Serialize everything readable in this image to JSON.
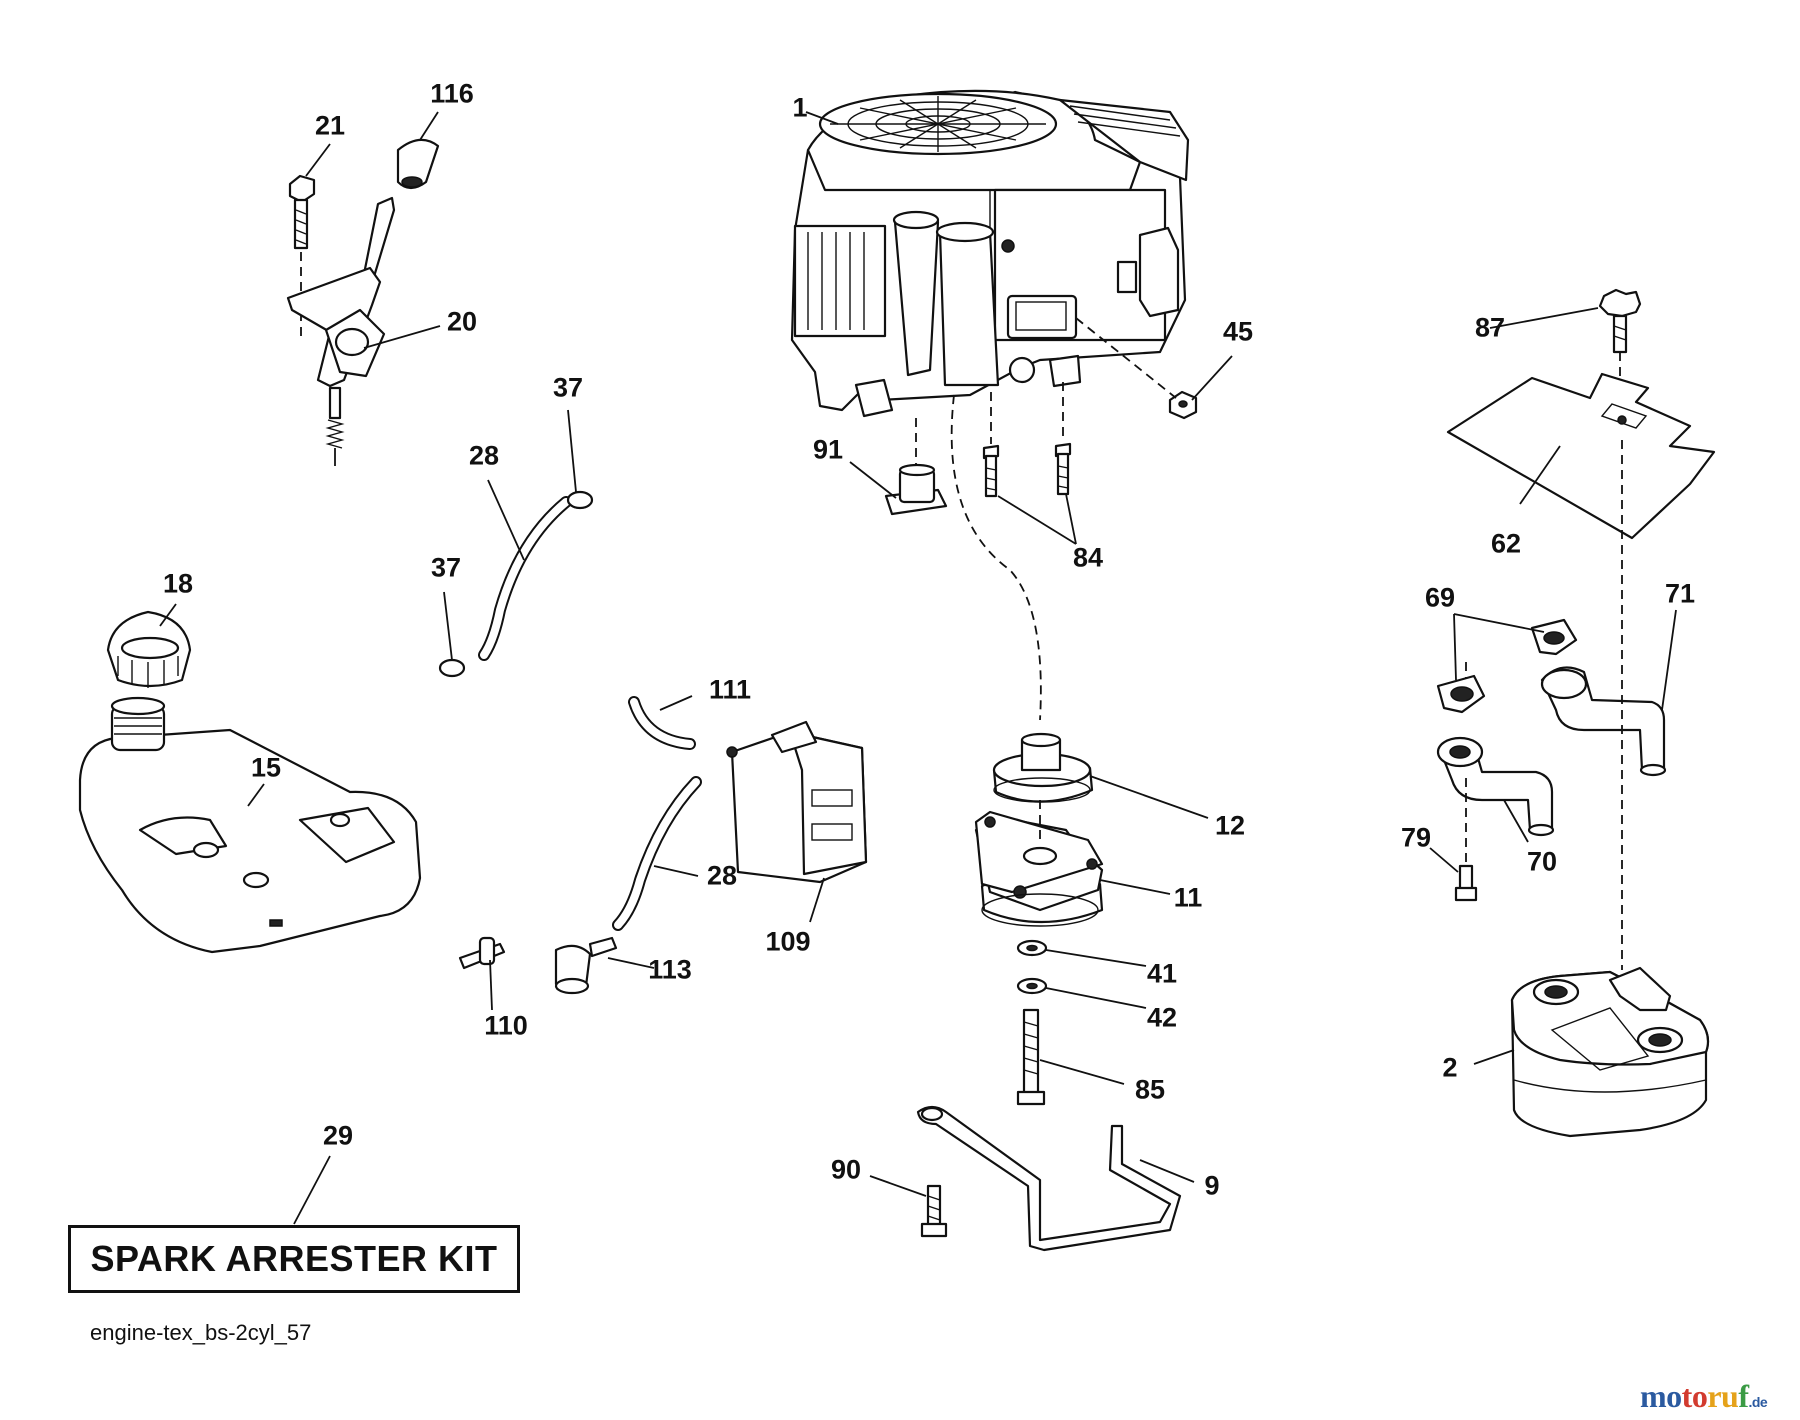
{
  "diagram": {
    "callouts": {
      "c1": "1",
      "c116": "116",
      "c21": "21",
      "c20": "20",
      "c37a": "37",
      "c28a": "28",
      "c37b": "37",
      "c18": "18",
      "c15": "15",
      "c111": "111",
      "c28b": "28",
      "c109": "109",
      "c110": "110",
      "c113": "113",
      "c91": "91",
      "c84": "84",
      "c45": "45",
      "c12": "12",
      "c11": "11",
      "c41": "41",
      "c42": "42",
      "c85": "85",
      "c90": "90",
      "c9": "9",
      "c87": "87",
      "c62": "62",
      "c69": "69",
      "c71": "71",
      "c70": "70",
      "c79": "79",
      "c2": "2",
      "c29": "29"
    },
    "kit_label": "SPARK ARRESTER KIT",
    "diagram_code": "engine-tex_bs-2cyl_57"
  },
  "brand": {
    "p1": "mo",
    "p2": "to",
    "p3": "ru",
    "p4": "f",
    "tld": ".de"
  }
}
